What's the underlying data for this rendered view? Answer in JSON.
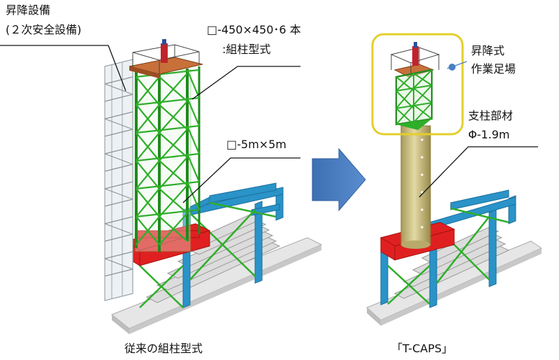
{
  "left": {
    "stair_title": "昇降設備",
    "stair_sub": "(２次安全設備)",
    "column_spec_1": "□-450×450･6 本",
    "column_spec_2": ":組柱型式",
    "base_spec": "□-5m×5m",
    "caption": "従来の組柱型式"
  },
  "right": {
    "platform_label_1": "昇降式",
    "platform_label_2": "作業足場",
    "column_label_1": "支柱部材",
    "column_label_2": "Φ-1.9m",
    "caption": "「T-CAPS」"
  },
  "colors": {
    "truss": "#2fae2a",
    "red_frame": "#e02020",
    "blue_frame": "#2a93c8",
    "concrete": "#d8d8d8",
    "pole": "#cbbf86",
    "arrow": "#4a7fc0",
    "highlight": "#e3cf2a"
  }
}
